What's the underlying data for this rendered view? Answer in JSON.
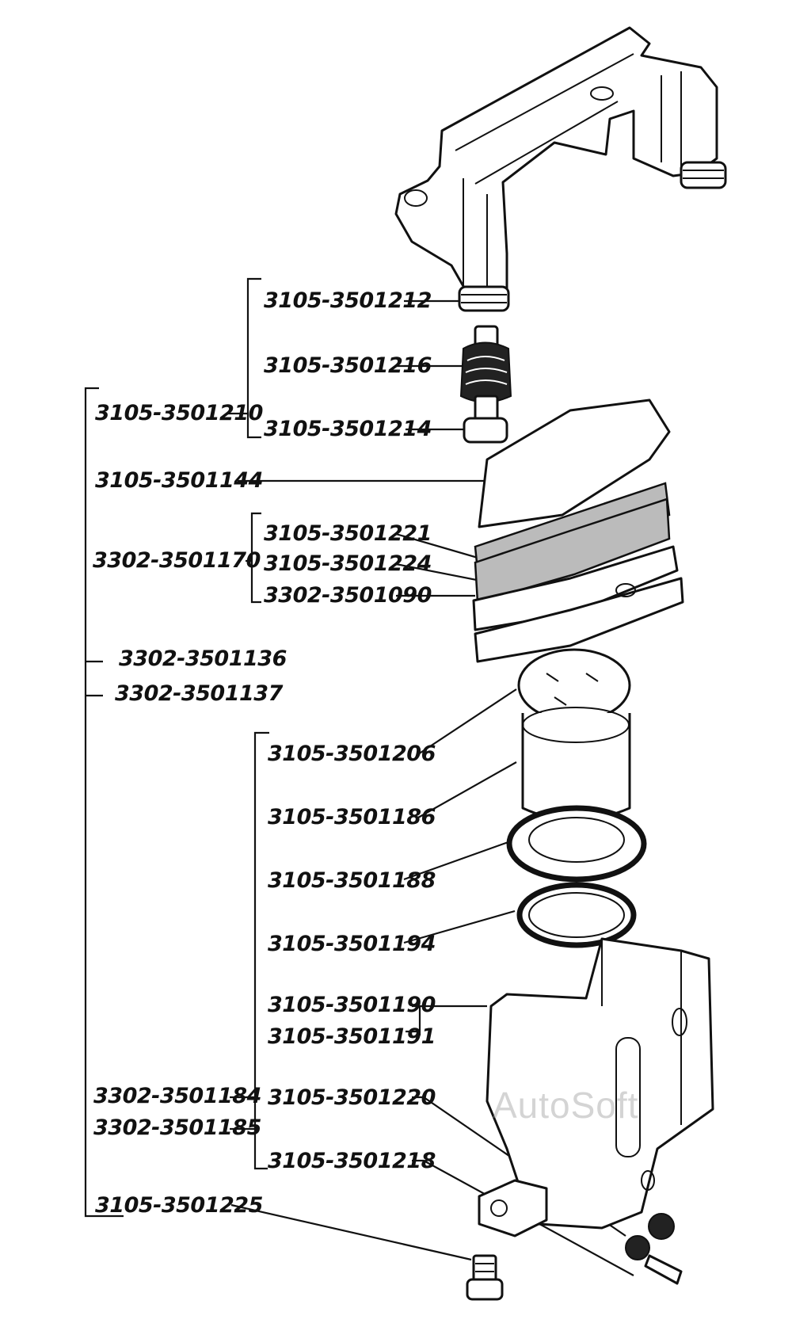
{
  "labels": {
    "p3105_3501212": "3105-3501212",
    "p3105_3501216": "3105-3501216",
    "p3105_3501210": "3105-3501210",
    "p3105_3501214": "3105-3501214",
    "p3105_3501144": "3105-3501144",
    "p3105_3501221": "3105-3501221",
    "p3302_3501170": "3302-3501170",
    "p3105_3501224": "3105-3501224",
    "p3302_3501090": "3302-3501090",
    "p3302_3501136": "3302-3501136",
    "p3302_3501137": "3302-3501137",
    "p3105_3501206": "3105-3501206",
    "p3105_3501186": "3105-3501186",
    "p3105_3501188": "3105-3501188",
    "p3105_3501194": "3105-3501194",
    "p3105_3501190": "3105-3501190",
    "p3105_3501191": "3105-3501191",
    "p3302_3501184": "3302-3501184",
    "p3105_3501220": "3105-3501220",
    "p3302_3501185": "3302-3501185",
    "p3105_3501218": "3105-3501218",
    "p3105_3501225": "3105-3501225"
  },
  "watermark": "AutoSoft"
}
